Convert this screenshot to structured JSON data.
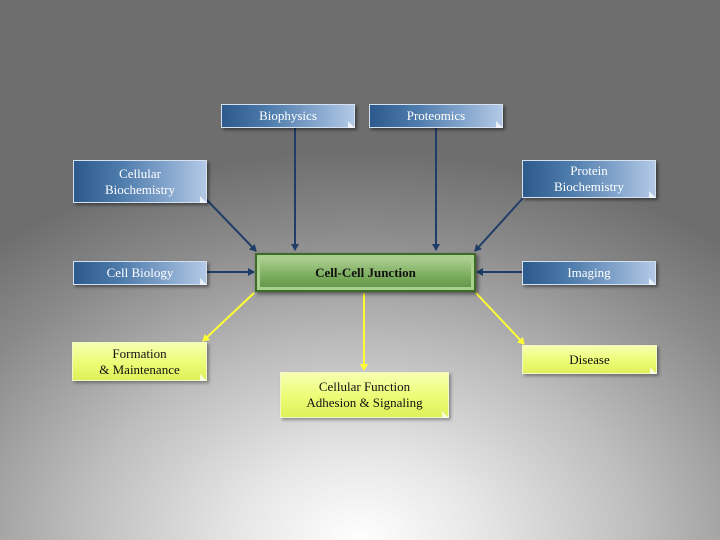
{
  "center": {
    "label": "Cell-Cell Junction"
  },
  "inputs": {
    "biophysics": "Biophysics",
    "proteomics": "Proteomics",
    "cellular_biochemistry": "Cellular\nBiochemistry",
    "protein_biochemistry": "Protein\nBiochemistry",
    "cell_biology": "Cell Biology",
    "imaging": "Imaging"
  },
  "outputs": {
    "formation_maintenance": "Formation\n& Maintenance",
    "cellular_function": "Cellular Function\nAdhesion & Signaling",
    "disease": "Disease"
  },
  "colors": {
    "input_box": "#4d7bab",
    "input_arrow": "#1f3d66",
    "center_box": "#7fb062",
    "output_box": "#ecfc75",
    "output_arrow": "#ffff33"
  }
}
